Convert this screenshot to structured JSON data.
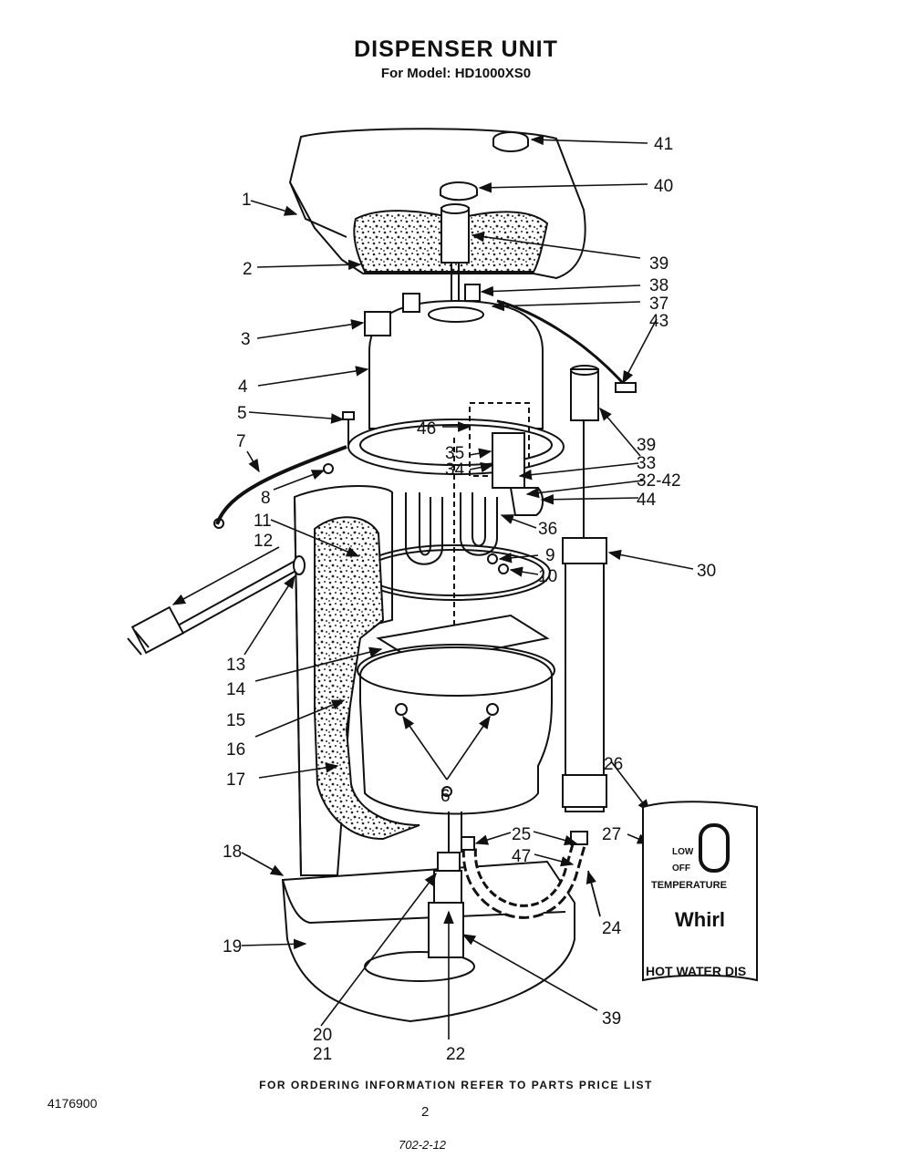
{
  "header": {
    "title": "DISPENSER UNIT",
    "subtitle": "For Model: HD1000XS0"
  },
  "footer": {
    "ordering": "FOR ORDERING INFORMATION REFER TO PARTS PRICE LIST",
    "doc_number": "4176900",
    "page": "2",
    "handwritten": "702-2-12"
  },
  "insert": {
    "low": "LOW",
    "off": "OFF",
    "temperature": "TEMPERATURE",
    "brand": "Whirl",
    "product": "HOT WATER DIS"
  },
  "callouts": {
    "c1": "1",
    "c2": "2",
    "c3": "3",
    "c4": "4",
    "c5": "5",
    "c6": "6",
    "c7": "7",
    "c8": "8",
    "c9": "9",
    "c10": "10",
    "c11": "11",
    "c12": "12",
    "c13": "13",
    "c14": "14",
    "c15": "15",
    "c16": "16",
    "c17": "17",
    "c18": "18",
    "c19": "19",
    "c20": "20",
    "c21": "21",
    "c22": "22",
    "c24": "24",
    "c25": "25",
    "c26": "26",
    "c27": "27",
    "c30": "30",
    "c32_42": "32-42",
    "c33": "33",
    "c34": "34",
    "c35": "35",
    "c36": "36",
    "c37": "37",
    "c38": "38",
    "c39a": "39",
    "c39b": "39",
    "c39c": "39",
    "c40": "40",
    "c41": "41",
    "c43": "43",
    "c44": "44",
    "c46": "46",
    "c47": "47"
  }
}
